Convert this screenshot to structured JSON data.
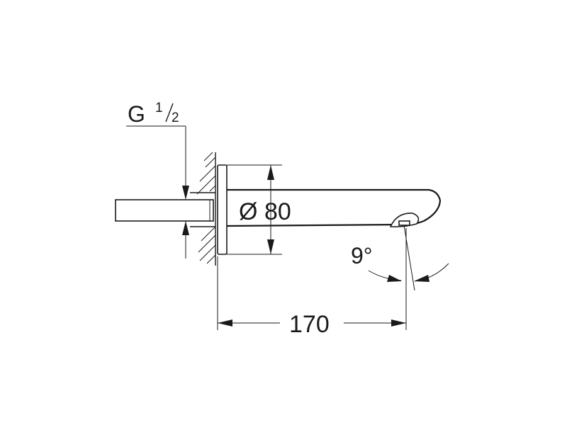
{
  "dimensions": {
    "thread_label": "G",
    "thread_fraction_num": "1",
    "thread_fraction_den": "2",
    "diameter_symbol": "Ø",
    "diameter_value": "80",
    "length_value": "170",
    "angle_value": "9°"
  },
  "colors": {
    "line": "#1a1a1a",
    "background": "#ffffff"
  }
}
